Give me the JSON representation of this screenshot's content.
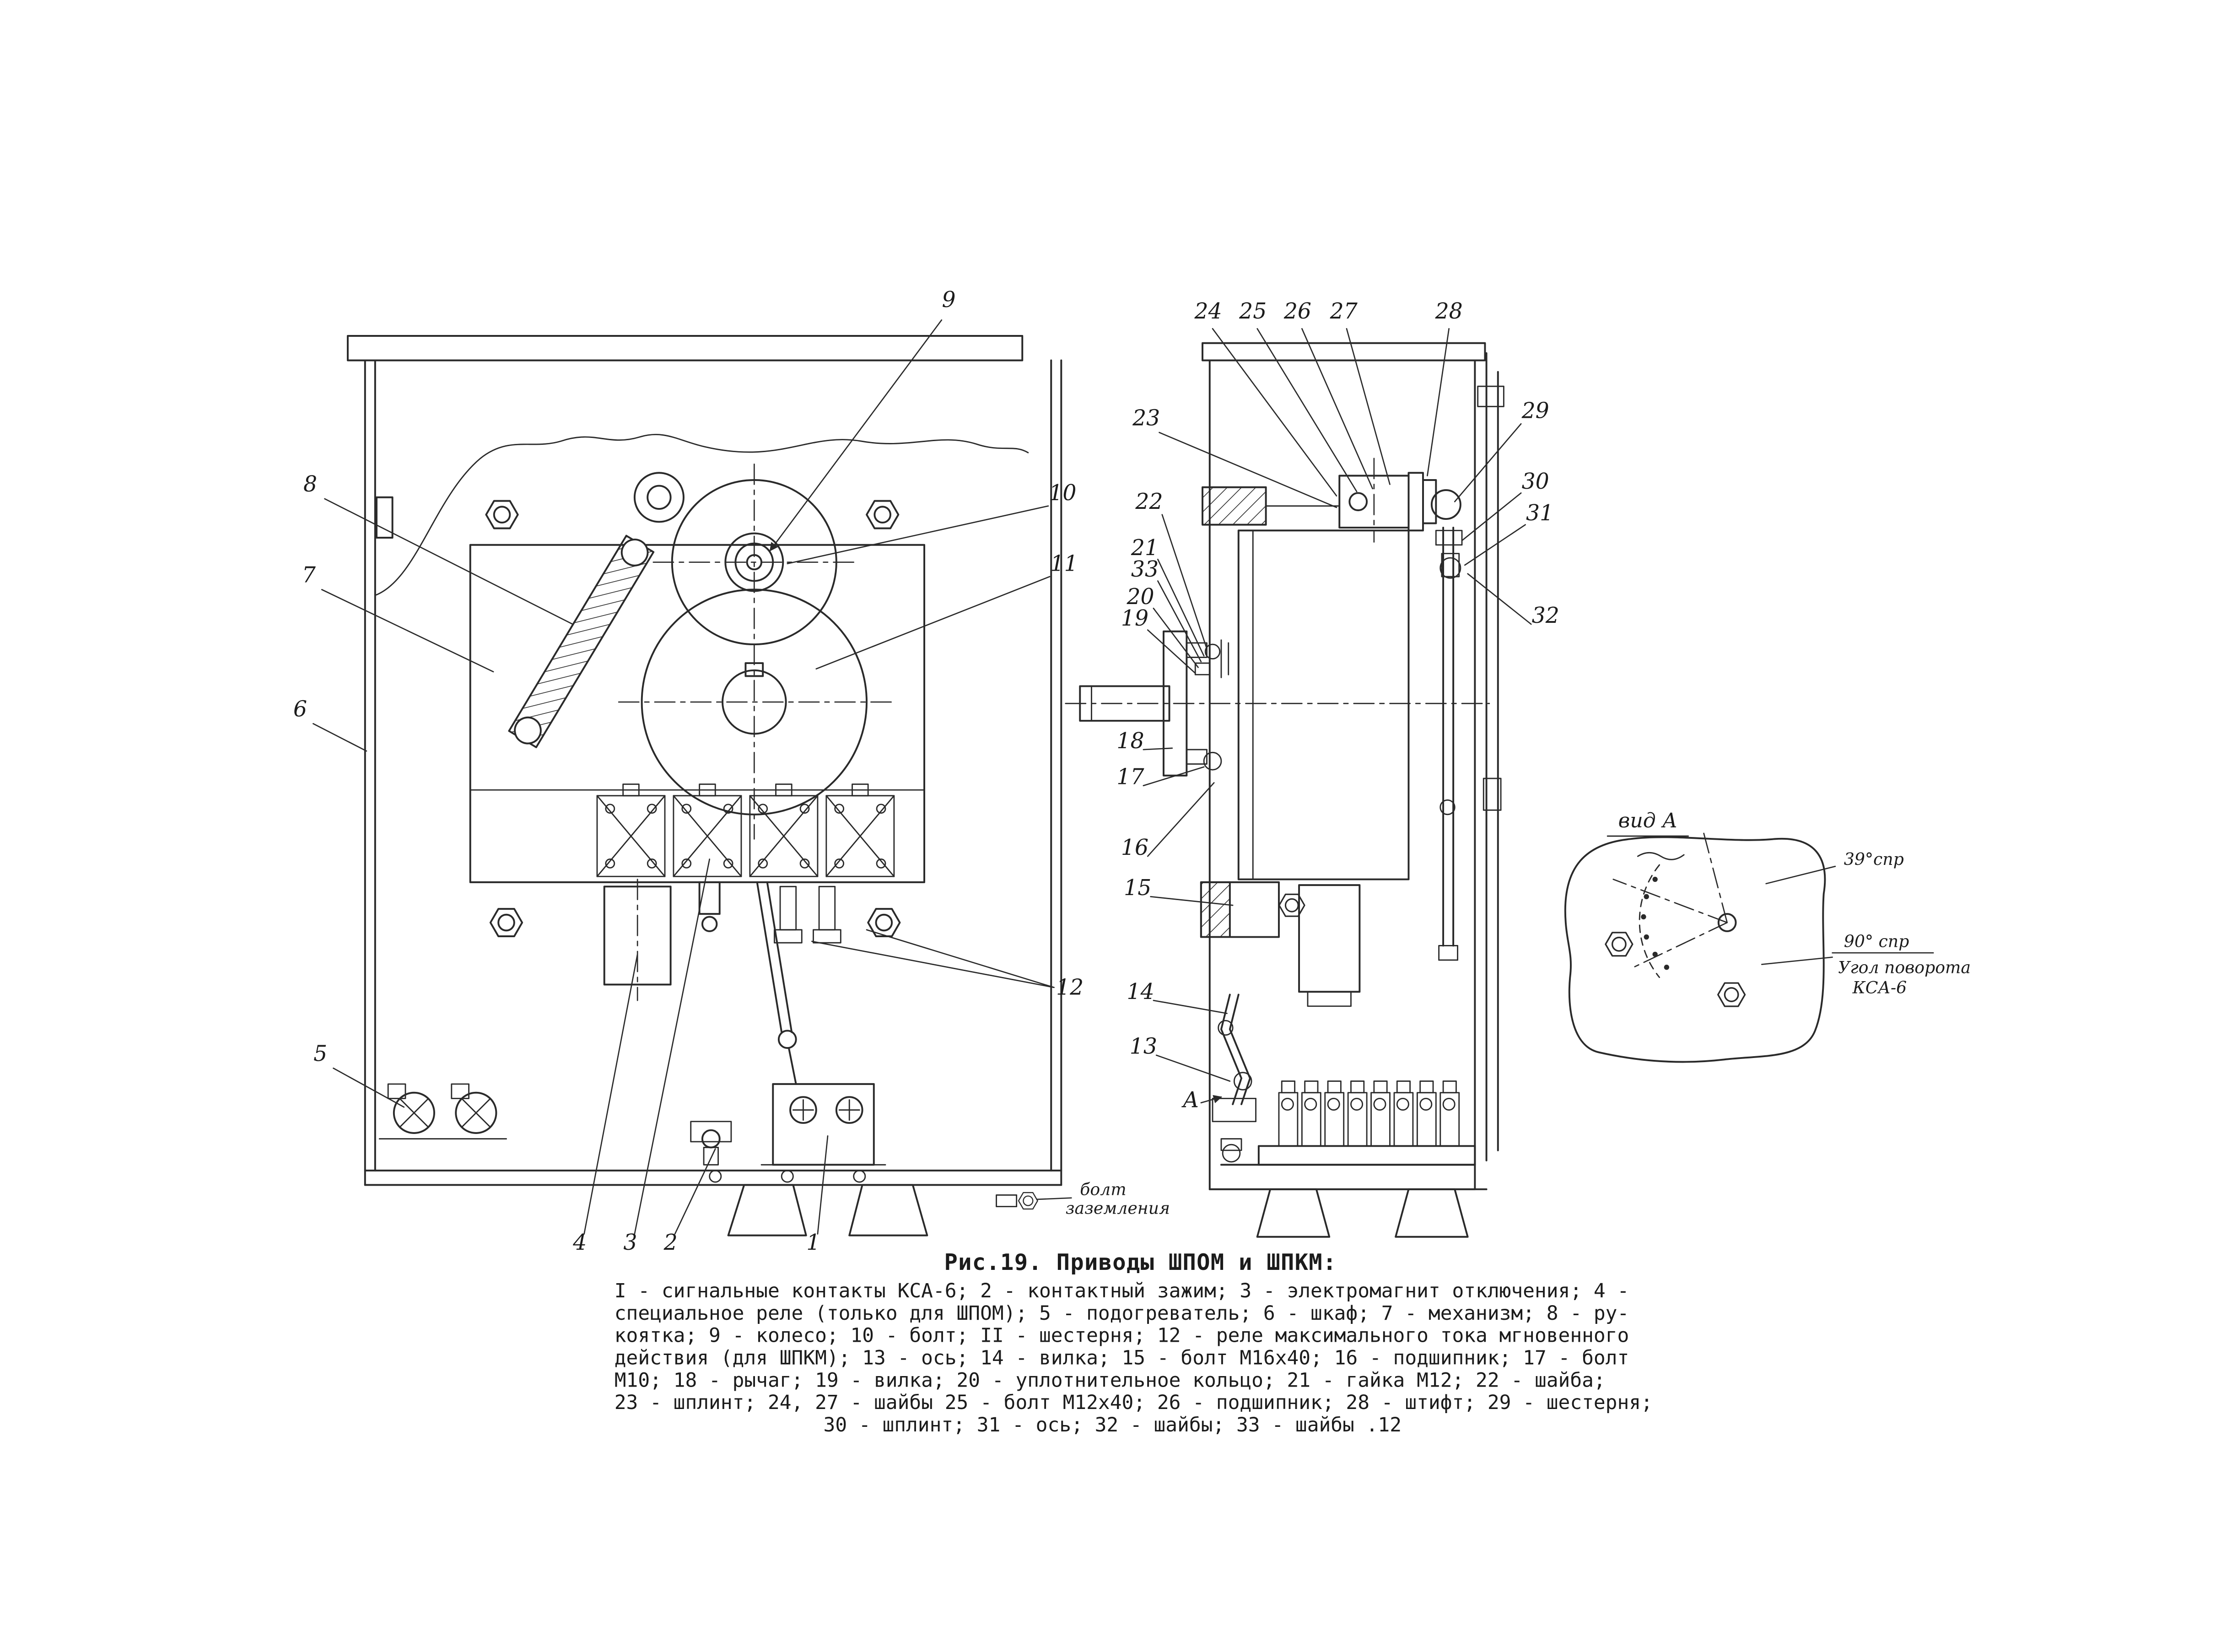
{
  "caption": {
    "title": "Рис.19. Приводы ШПОМ и ШПКМ:",
    "legend_lines": [
      "I - сигнальные контакты КСА-6; 2 - контактный зажим; 3 - электромагнит отключения; 4 -",
      "специальное реле (только для ШПОМ); 5 - подогреватель; 6 - шкаф; 7 - механизм; 8 - ру-",
      "коятка; 9 - колесо; 10 - болт; II - шестерня; 12 - реле максимального тока мгновенного",
      "действия (для ШПКМ); 13 - ось; 14 - вилка; 15 - болт М16х40; 16 - подшипник; 17 - болт",
      "М10; 18 - рычаг; 19 - вилка; 20 - уплотнительное кольцо; 21 - гайка М12; 22 - шайба;",
      "23 - шплинт; 24, 27 - шайбы  25 - болт М12х40; 26 - подшипник; 28 - штифт; 29 - шестерня;",
      "30 - шплинт; 31 - ось; 32 - шайбы; 33 - шайбы .12"
    ]
  },
  "callouts": {
    "c1": "1",
    "c2": "2",
    "c3": "3",
    "c4": "4",
    "c5": "5",
    "c6": "6",
    "c7": "7",
    "c8": "8",
    "c9": "9",
    "c10": "10",
    "c11": "11",
    "c12": "12",
    "c13": "13",
    "c14": "14",
    "c15": "15",
    "c16": "16",
    "c17": "17",
    "c18": "18",
    "c19": "19",
    "c20": "20",
    "c21": "21",
    "c22": "22",
    "c23": "23",
    "c24": "24",
    "c25": "25",
    "c26": "26",
    "c27": "27",
    "c28": "28",
    "c29": "29",
    "c30": "30",
    "c31": "31",
    "c32": "32",
    "c33": "33",
    "cA": "А"
  },
  "view_a": {
    "title": "вид А",
    "angle_top": "39°спр",
    "angle_bottom": "90° спр",
    "note_line1": "Угол поворота",
    "note_line2": "КСА-6"
  },
  "ground_label": {
    "line1": "болт",
    "line2": "заземления"
  },
  "colors": {
    "ink": "#2a2a2a",
    "paper": "#ffffff"
  }
}
